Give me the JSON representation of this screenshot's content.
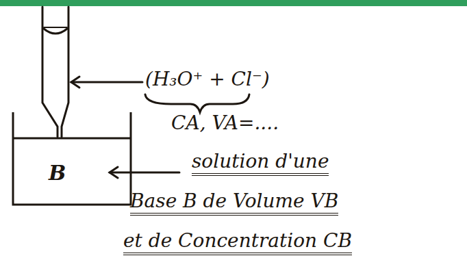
{
  "diagram": {
    "nodes": [
      {
        "text": [
          "B"
        ]
      }
    ],
    "labels": [
      "(H₃O⁺ + Cl⁻)",
      "CA, VA=....",
      "solution d'une",
      "Base B de Volume VB",
      "et de Concentration CB"
    ]
  }
}
